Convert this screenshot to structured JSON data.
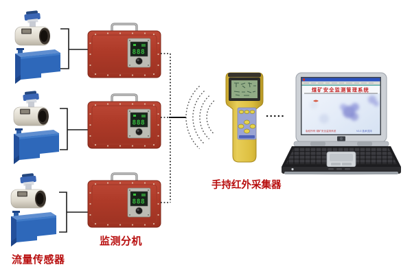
{
  "diagram": {
    "flow_sensor_label": "流量传感器",
    "monitor_unit_label": "监测分机",
    "handheld_label": "手持红外采集器"
  },
  "monitor_box": {
    "display_value": "888"
  },
  "laptop": {
    "screen_title": "煤矿安全监测管理系统",
    "screen_footer_left": "版权所有·煤矿安全监测系统",
    "screen_footer_right": "V1.0 技术支持"
  },
  "colors": {
    "box_red": "#ae3a28",
    "label_red": "#b80e0e",
    "sensor_blue": "#2e68ba",
    "handheld_yellow": "#dcbe3e",
    "lcd_green": "#92ac86"
  }
}
